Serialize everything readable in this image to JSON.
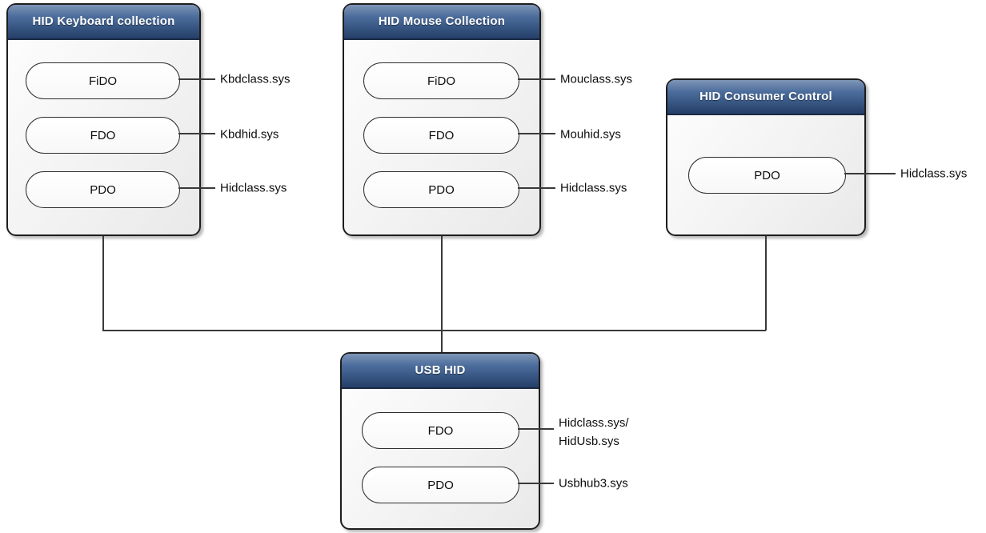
{
  "diagram": {
    "description": "HID driver stack diagram",
    "colors": {
      "header_gradient_top": "#7e95b6",
      "header_gradient_mid": "#4c6d9c",
      "header_gradient_bottom": "#243f68",
      "header_text": "#ffffff",
      "body_gradient_light": "#fefefe",
      "body_gradient_dark": "#e9e9e9",
      "box_border": "#1d1d1d",
      "connector": "#3a3a3a",
      "text": "#0d0d0d",
      "background": "#ffffff"
    },
    "nodes": [
      {
        "title": "HID Keyboard collection",
        "pills": [
          {
            "label": "FiDO",
            "annotation": "Kbdclass.sys"
          },
          {
            "label": "FDO",
            "annotation": "Kbdhid.sys"
          },
          {
            "label": "PDO",
            "annotation": "Hidclass.sys"
          }
        ]
      },
      {
        "title": "HID Mouse Collection",
        "pills": [
          {
            "label": "FiDO",
            "annotation": "Mouclass.sys"
          },
          {
            "label": "FDO",
            "annotation": "Mouhid.sys"
          },
          {
            "label": "PDO",
            "annotation": "Hidclass.sys"
          }
        ]
      },
      {
        "title": "HID Consumer Control",
        "pills": [
          {
            "label": "PDO",
            "annotation": "Hidclass.sys"
          }
        ]
      },
      {
        "title": "USB HID",
        "pills": [
          {
            "label": "FDO",
            "annotation": "Hidclass.sys/\nHidUsb.sys"
          },
          {
            "label": "PDO",
            "annotation": "Usbhub3.sys"
          }
        ]
      }
    ],
    "connections": [
      {
        "from": "HID Keyboard collection",
        "to": "USB HID"
      },
      {
        "from": "HID Mouse Collection",
        "to": "USB HID"
      },
      {
        "from": "HID Consumer Control",
        "to": "USB HID"
      }
    ]
  }
}
